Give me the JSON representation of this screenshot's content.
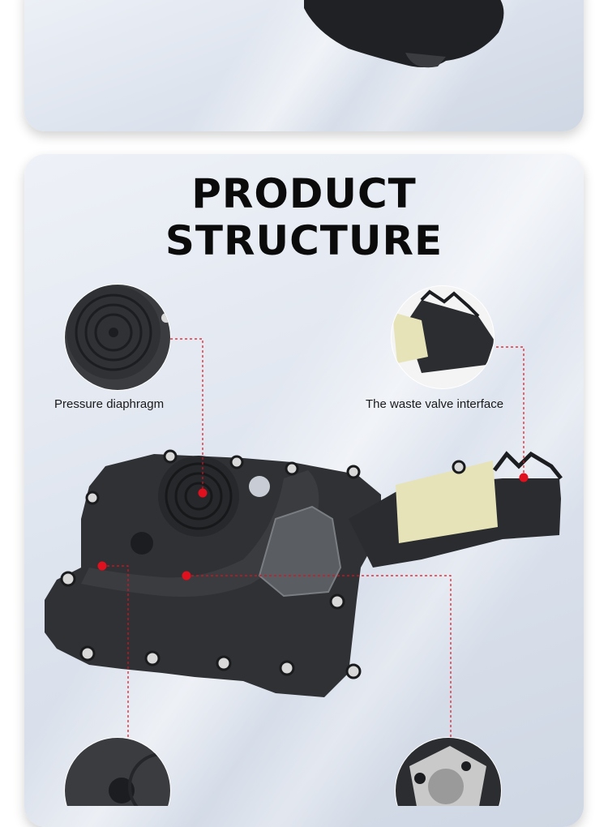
{
  "title": {
    "line1": "PRODUCT",
    "line2": "STRUCTURE"
  },
  "callouts": [
    {
      "label": "Pressure diaphragm"
    },
    {
      "label": "The waste valve interface"
    }
  ],
  "colors": {
    "marker": "#e0101e",
    "part": "#2f3134",
    "accent_window": "#e6e3b8"
  }
}
